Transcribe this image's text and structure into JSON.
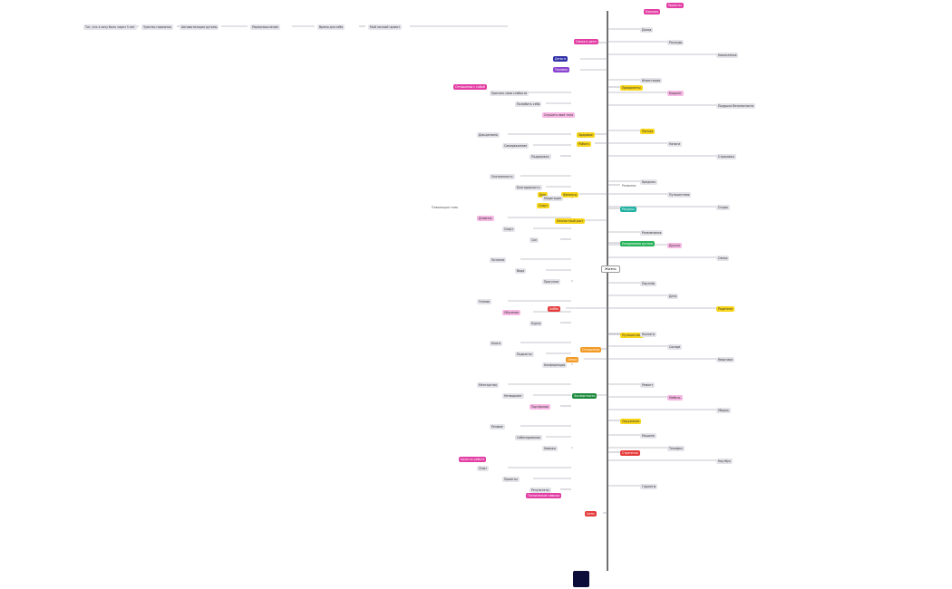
{
  "root": {
    "label": "Жизнь"
  },
  "branches": {
    "priority": "Приоритеты",
    "reading": "Ресурсы",
    "travel": "Путешествия",
    "routine": "Ежедневная рутина",
    "environment": "Окружение",
    "strategy": "Стратегия",
    "development": "Развитие",
    "health": "Здоровье",
    "work": "Работа",
    "finance": "Финансы",
    "self": "Личностный рост",
    "hobby": "Хобби",
    "relations": "Отношения",
    "family": "Семья",
    "expertise": "Экспертность",
    "goals": "Цели",
    "family2": "Семья и дети",
    "money": "Деньги",
    "tech": "Техника",
    "house": "Дом",
    "sport": "Спорт",
    "career": "Карьера",
    "projects": "Проекты"
  },
  "labels": {
    "floating": "Плавающая тема",
    "relations_with_self": "Отношения с собой",
    "technical_skills": "Технические навыки",
    "goals_work": "Цели по работе",
    "relations_tag": "Отношения",
    "values": "Ценности"
  },
  "left_top_chain": [
    "Тот, кто я хочу быть через 5 лет",
    "Чувство гармонии",
    "Автоматизация рутины",
    "Переосмысление",
    "Время для себя",
    "Мой личный проект"
  ],
  "left_items": [
    "Принять свои слабости",
    "Полюбить себя",
    "Слушать своё тело",
    "Дисциплина",
    "Самоуважение",
    "Поддержка",
    "Осознанность",
    "Благодарность",
    "Медитация",
    "Дневник",
    "Спорт",
    "Сон",
    "Питание",
    "Вода",
    "Прогулки",
    "Чтение",
    "Обучение",
    "Курсы",
    "Книги",
    "Подкасты",
    "Конференции",
    "Менторство",
    "Нетворкинг",
    "Портфолио",
    "Резюме",
    "Собеседования",
    "Навыки",
    "Опыт",
    "Проекты",
    "Результаты"
  ],
  "right_items": [
    "Доход",
    "Расходы",
    "Накопления",
    "Инвестиции",
    "Бюджет",
    "Подушка безопасности",
    "Пенсия",
    "Налоги",
    "Страховка",
    "Кредиты",
    "Путешествия",
    "Отдых",
    "Развлечения",
    "Друзья",
    "Семья",
    "Партнёр",
    "Дети",
    "Родители",
    "Коллеги",
    "Соседи",
    "Квартира",
    "Ремонт",
    "Мебель",
    "Уборка",
    "Машина",
    "Телефон",
    "Ноутбук",
    "Гаджеты"
  ]
}
